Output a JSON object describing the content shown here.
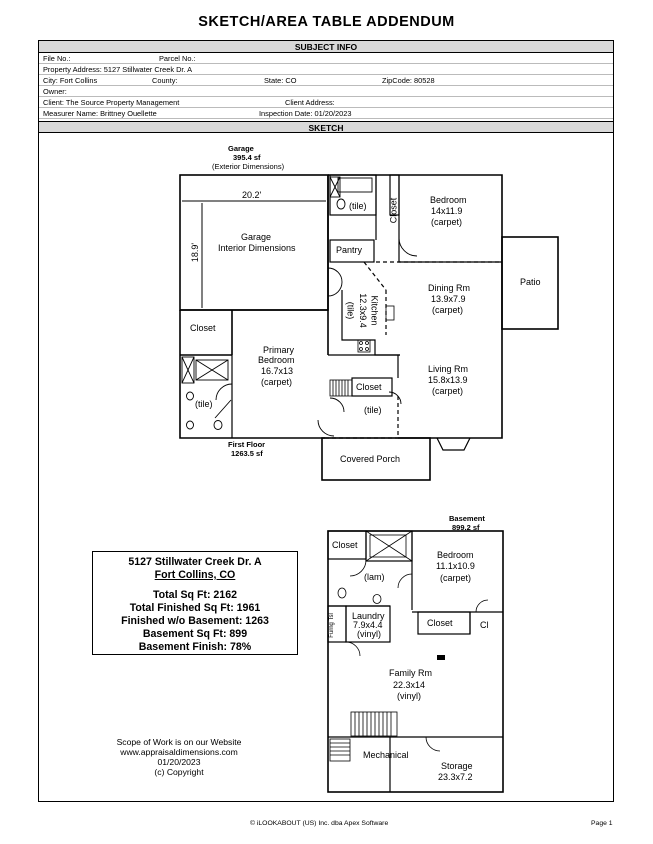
{
  "header": {
    "title": "SKETCH/AREA TABLE ADDENDUM"
  },
  "subject_info": {
    "heading": "SUBJECT INFO",
    "file_no_label": "File No.:",
    "parcel_no_label": "Parcel No.:",
    "property_address": "Property Address: 5127 Stillwater Creek Dr. A",
    "city": "City: Fort Collins",
    "county_label": "County:",
    "state": "State: CO",
    "zipcode": "ZipCode: 80528",
    "owner_label": "Owner:",
    "client": "Client: The Source Property Management",
    "client_address_label": "Client Address:",
    "measurer": "Measurer Name: Brittney Ouellette",
    "inspection_date": "Inspection Date: 01/20/2023"
  },
  "sketch": {
    "heading": "SKETCH",
    "garage_title": "Garage",
    "garage_area": "395.4 sf",
    "garage_note": "(Exterior Dimensions)",
    "garage_width": "20.2'",
    "garage_depth": "18.9'",
    "garage_label_1": "Garage",
    "garage_label_2": "Interior Dimensions",
    "closet": "Closet",
    "tile": "(tile)",
    "pantry": "Pantry",
    "kitchen_1": "Kitchen",
    "kitchen_2": "12.3x9.4",
    "kitchen_3": "(tile)",
    "bedroom1_1": "Bedroom",
    "bedroom1_2": "14x11.9",
    "bedroom1_3": "(carpet)",
    "patio": "Patio",
    "dining_1": "Dining Rm",
    "dining_2": "13.9x7.9",
    "dining_3": "(carpet)",
    "primary_1": "Primary",
    "primary_2": "Bedroom",
    "primary_3": "16.7x13",
    "primary_4": "(carpet)",
    "living_1": "Living Rm",
    "living_2": "15.8x13.9",
    "living_3": "(carpet)",
    "first_floor": "First Floor",
    "first_floor_area": "1263.5 sf",
    "covered_porch": "Covered Porch",
    "basement_title": "Basement",
    "basement_area": "899.2 sf",
    "lam": "(lam)",
    "bedroom2_1": "Bedroom",
    "bedroom2_2": "11.1x10.9",
    "bedroom2_3": "(carpet)",
    "furnace": "Furng Tsl",
    "laundry_1": "Laundry",
    "laundry_2": "7.9x4.4",
    "laundry_3": "(vinyl)",
    "cl": "Cl",
    "family_1": "Family Rm",
    "family_2": "22.3x14",
    "family_3": "(vinyl)",
    "mechanical": "Mechanical",
    "storage_1": "Storage",
    "storage_2": "23.3x7.2"
  },
  "summary": {
    "address_1": "5127 Stillwater Creek Dr. A",
    "address_2": "Fort Collins, CO",
    "total_sq_ft": "Total Sq Ft:  2162",
    "total_finished": "Total Finished Sq Ft:  1961",
    "finished_wo_basement": "Finished w/o Basement:  1263",
    "basement_sq_ft": "Basement Sq Ft:  899",
    "basement_finish": "Basement Finish:  78%"
  },
  "scope": {
    "line1": "Scope of Work is on our Website",
    "line2": "www.appraisaldimensions.com",
    "line3": "01/20/2023",
    "line4": "(c) Copyright"
  },
  "footer": {
    "copyright": "© iLOOKABOUT (US) Inc. dba Apex Software",
    "page": "Page 1"
  }
}
